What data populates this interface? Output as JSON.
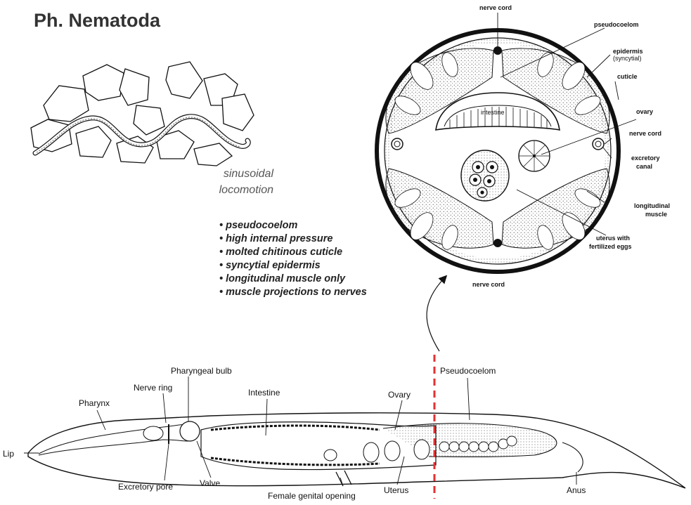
{
  "title": "Ph. Nematoda",
  "locomotion_caption": [
    "sinusoidal",
    "locomotion"
  ],
  "features": [
    "pseudocoelom",
    "high internal pressure",
    "molted chitinous cuticle",
    "syncytial epidermis",
    "longitudinal muscle only",
    "muscle projections to nerves"
  ],
  "cross_section": {
    "labels": {
      "nerve_cord_top": "nerve cord",
      "pseudocoelom": "pseudocoelom",
      "epidermis": "epidermis",
      "syncytial": "(syncytial)",
      "cuticle": "cuticle",
      "ovary": "ovary",
      "nerve_cord_right": "nerve cord",
      "excretory": "excretory",
      "canal": "canal",
      "longitudinal": "longitudinal",
      "muscle": "muscle",
      "uterus_with": "uterus with",
      "fertilized_eggs": "fertilized eggs",
      "nerve_cord_bottom": "nerve cord",
      "intestine": "intestine"
    }
  },
  "longitudinal_section": {
    "labels": {
      "lip": "Lip",
      "pharynx": "Pharynx",
      "nerve_ring": "Nerve ring",
      "pharyngeal_bulb": "Pharyngeal bulb",
      "intestine": "Intestine",
      "ovary": "Ovary",
      "pseudocoelom": "Pseudocoelom",
      "excretory_pore": "Excretory pore",
      "valve": "Valve",
      "female_genital_opening": "Female genital opening",
      "uterus": "Uterus",
      "anus": "Anus"
    },
    "section_line_color": "#e53030"
  }
}
